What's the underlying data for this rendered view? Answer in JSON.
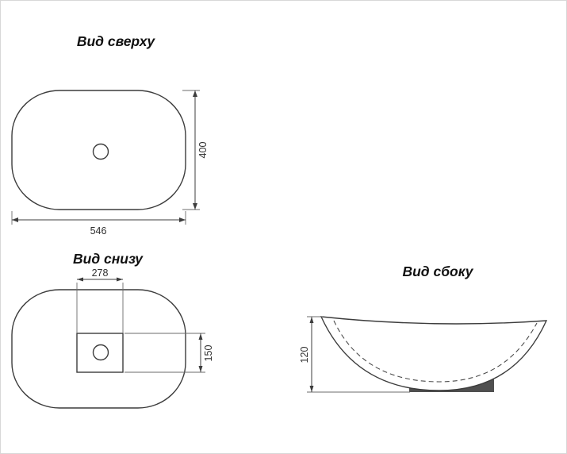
{
  "colors": {
    "line": "#3c3c3c",
    "base_fill": "#4f4f4f",
    "background": "#ffffff"
  },
  "views": {
    "top": {
      "title": "Вид сверху",
      "dims": {
        "width": "546",
        "height": "400"
      }
    },
    "bottom": {
      "title": "Вид снизу",
      "dims": {
        "hole_width": "278",
        "hole_height": "150"
      }
    },
    "side": {
      "title": "Вид сбоку",
      "dims": {
        "height": "120"
      }
    }
  }
}
